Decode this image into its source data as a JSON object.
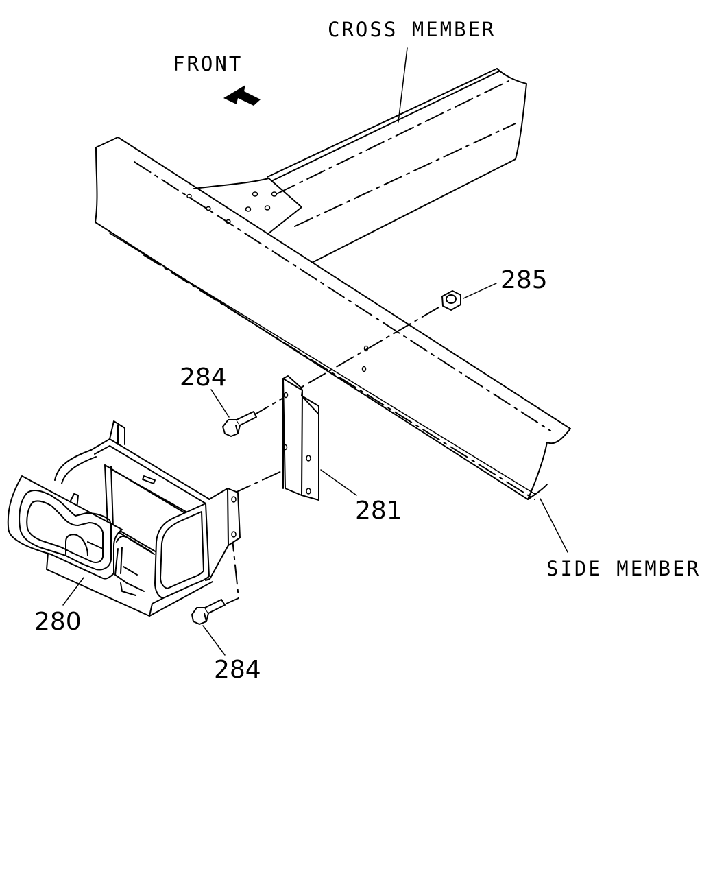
{
  "labels": {
    "cross_member": "CROSS MEMBER",
    "side_member": "SIDE MEMBER",
    "front": "FRONT"
  },
  "callouts": {
    "part_280": "280",
    "part_281": "281",
    "part_284_upper": "284",
    "part_284_lower": "284",
    "part_285": "285"
  },
  "icons": {
    "front_arrow": "arrow-front-icon"
  }
}
